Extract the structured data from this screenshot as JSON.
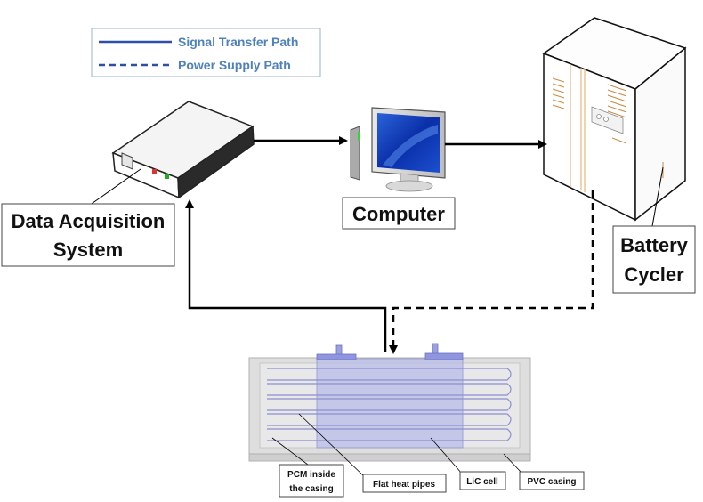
{
  "legend": {
    "signal_label": "Signal Transfer Path",
    "power_label": "Power Supply Path",
    "text_color": "#4f81bd"
  },
  "devices": {
    "daq_line1": "Data Acquisition",
    "daq_line2": "System",
    "computer": "Computer",
    "cycler_line1": "Battery",
    "cycler_line2": "Cycler"
  },
  "module_labels": {
    "pcm_line1": "PCM inside",
    "pcm_line2": "the casing",
    "heat_pipes": "Flat heat pipes",
    "cell": "LiC cell",
    "casing": "PVC casing"
  },
  "colors": {
    "pipe_stroke": "#8a8fd0",
    "pipe_fill": "#d9dbf0",
    "cell_fill": "#b8bde8",
    "tab_fill": "#8f95de",
    "casing_fill": "#dcdcdc"
  }
}
